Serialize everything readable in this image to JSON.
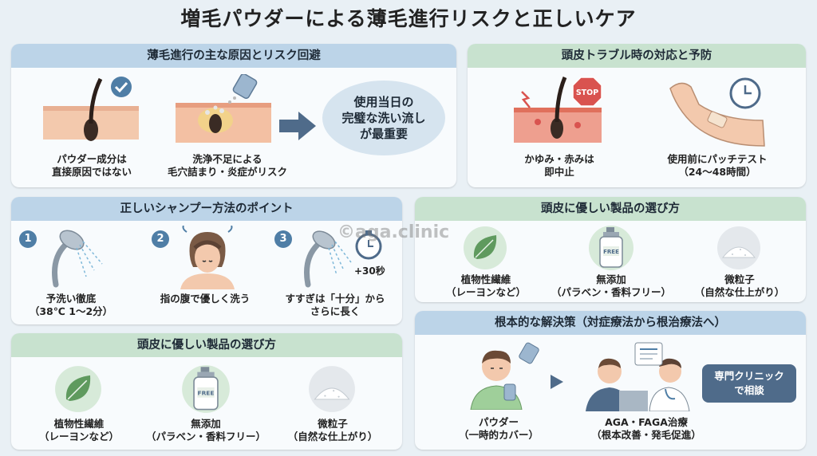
{
  "title": "増毛パウダーによる薄毛進行リスクと正しいケア",
  "watermark": "©aga.clinic",
  "panel_causes": {
    "header": "薄毛進行の主な原因とリスク回避",
    "item1": [
      "パウダー成分は",
      "直接原因ではない"
    ],
    "item2": [
      "洗浄不足による",
      "毛穴詰まり・炎症がリスク"
    ],
    "bubble": [
      "使用当日の",
      "完璧な洗い流し",
      "が最重要"
    ]
  },
  "panel_trouble": {
    "header": "頭皮トラブル時の対応と予防",
    "stop_sign": "STOP",
    "item1": [
      "かゆみ・赤みは",
      "即中止"
    ],
    "item2": [
      "使用前にパッチテスト",
      "（24〜48時間）"
    ]
  },
  "panel_shampoo": {
    "header": "正しいシャンプー方法のポイント",
    "steps": [
      {
        "num": "1",
        "lines": [
          "予洗い徹底",
          "（38℃ 1〜2分）"
        ]
      },
      {
        "num": "2",
        "lines": [
          "指の腹で優しく洗う"
        ]
      },
      {
        "num": "3",
        "lines": [
          "すすぎは「十分」から",
          "さらに長く"
        ]
      }
    ],
    "timer_label": "+30秒"
  },
  "panel_products_right": {
    "header": "頭皮に優しい製品の選び方",
    "items": [
      {
        "lines": [
          "植物性繊維",
          "（レーヨンなど）"
        ]
      },
      {
        "lines": [
          "無添加",
          "（パラベン・香料フリー）"
        ],
        "bottle_label": "FREE"
      },
      {
        "lines": [
          "微粒子",
          "（自然な仕上がり）"
        ]
      }
    ]
  },
  "panel_products_left": {
    "header": "頭皮に優しい製品の選び方",
    "items": [
      {
        "lines": [
          "植物性繊維",
          "（レーヨンなど）"
        ]
      },
      {
        "lines": [
          "無添加",
          "（パラベン・香料フリー）"
        ],
        "bottle_label": "FREE"
      },
      {
        "lines": [
          "微粒子",
          "（自然な仕上がり）"
        ]
      }
    ]
  },
  "panel_solution": {
    "header": "根本的な解決策（対症療法から根治療法へ）",
    "item1": [
      "パウダー",
      "（一時的カバー）"
    ],
    "item2": [
      "AGA・FAGA治療",
      "（根本改善・発毛促進）"
    ],
    "clinic_box": [
      "専門クリニック",
      "で相談"
    ]
  },
  "colors": {
    "background": "#e9f0f5",
    "header_blue": "#bcd4e8",
    "header_green": "#c8e2cf",
    "accent_blue": "#4f7ea6",
    "clinic_box": "#4f6b8a",
    "stop_red": "#d9534f"
  }
}
